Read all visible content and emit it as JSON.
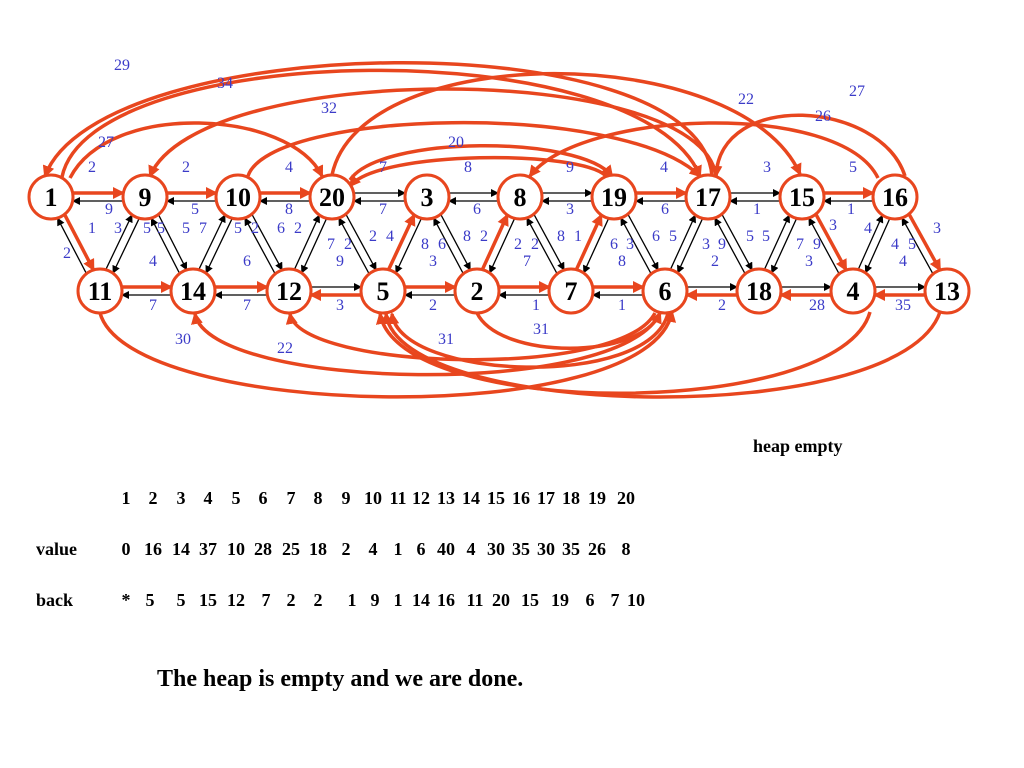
{
  "colors": {
    "tree": "#e8461e",
    "node_border": "#e8461e",
    "edge": "#000000",
    "weight": "#3b3bc8"
  },
  "nodes": [
    "1",
    "9",
    "10",
    "20",
    "3",
    "8",
    "19",
    "17",
    "15",
    "16",
    "11",
    "14",
    "12",
    "5",
    "2",
    "7",
    "6",
    "18",
    "4",
    "13"
  ],
  "weights": [
    "29",
    "34",
    "32",
    "27",
    "20",
    "22",
    "27",
    "26",
    "2",
    "2",
    "4",
    "7",
    "8",
    "9",
    "4",
    "3",
    "5",
    "9",
    "5",
    "8",
    "7",
    "6",
    "3",
    "6",
    "1",
    "1",
    "1",
    "3",
    "5",
    "5",
    "5",
    "7",
    "5",
    "2",
    "6",
    "2",
    "7",
    "2",
    "2",
    "4",
    "8",
    "6",
    "8",
    "2",
    "2",
    "2",
    "8",
    "1",
    "6",
    "3",
    "6",
    "5",
    "3",
    "9",
    "5",
    "5",
    "7",
    "9",
    "3",
    "4",
    "4",
    "5",
    "3",
    "2",
    "4",
    "6",
    "9",
    "3",
    "7",
    "8",
    "2",
    "3",
    "4",
    "7",
    "7",
    "3",
    "2",
    "1",
    "1",
    "2",
    "28",
    "35",
    "30",
    "22",
    "31",
    "31"
  ],
  "status": "heap empty",
  "table": {
    "indices": [
      "1",
      "2",
      "3",
      "4",
      "5",
      "6",
      "7",
      "8",
      "9",
      "10",
      "11",
      "12",
      "13",
      "14",
      "15",
      "16",
      "17",
      "18",
      "19",
      "20"
    ],
    "value_label": "value",
    "values": [
      "0",
      "16",
      "14",
      "37",
      "10",
      "28",
      "25",
      "18",
      "2",
      "4",
      "1",
      "6",
      "40",
      "4",
      "30",
      "35",
      "30",
      "35",
      "26",
      "8"
    ],
    "back_label": "back",
    "backs": [
      "*",
      "5",
      "5",
      "15",
      "12",
      "7",
      "2",
      "2",
      "1",
      "9",
      "1",
      "14",
      "16",
      "11",
      "20",
      "15",
      "19",
      "6",
      "7",
      "10"
    ]
  },
  "conclusion": "The heap is empty and we are done."
}
